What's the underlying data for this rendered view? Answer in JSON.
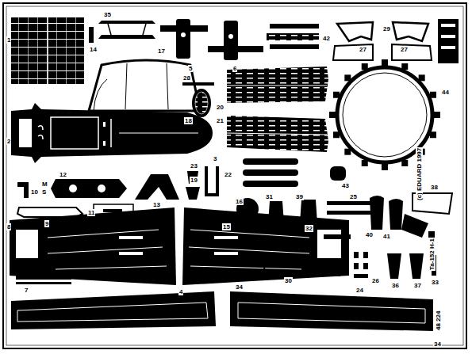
{
  "diagram": {
    "labels": [
      "1",
      "35",
      "14",
      "5",
      "6",
      "17",
      "42",
      "29",
      "27",
      "27",
      "2",
      "44",
      "28",
      "18",
      "20",
      "21",
      "(c) EDUARD 1997",
      "3",
      "23",
      "19",
      "22",
      "43",
      "10",
      "M",
      "S",
      "12",
      "13",
      "16",
      "31",
      "39",
      "25",
      "38",
      "9",
      "11",
      "32",
      "40",
      "41",
      "8",
      "15",
      "4",
      "7",
      "30",
      "26",
      "36",
      "37",
      "33",
      "24",
      "34",
      "34",
      "Ta-152  H-1",
      "48  224"
    ]
  }
}
